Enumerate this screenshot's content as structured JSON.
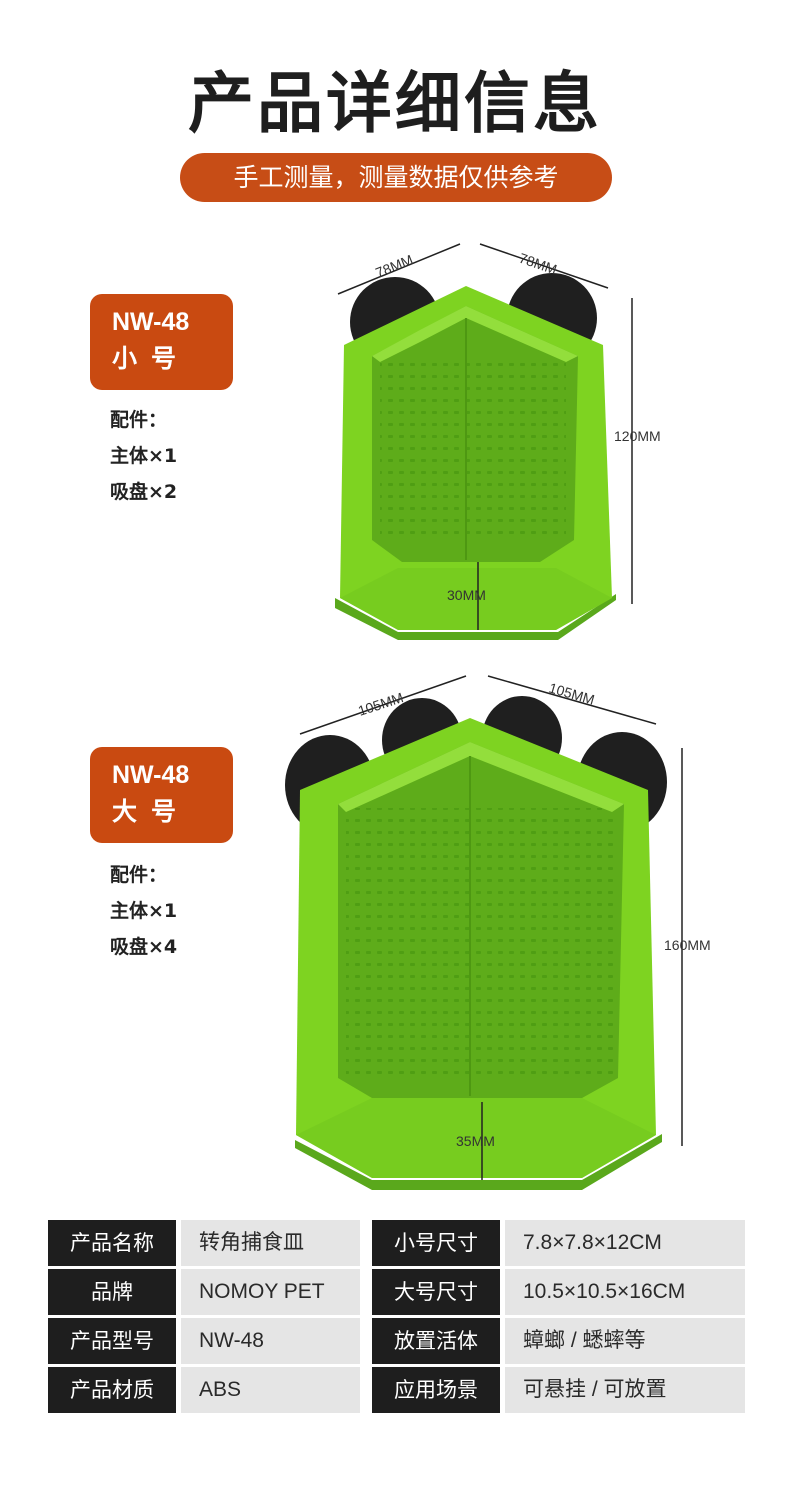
{
  "header": {
    "title": "产品详细信息",
    "subtitle": "手工测量，测量数据仅供参考"
  },
  "small": {
    "model": "NW-48",
    "size_label": "小号",
    "parts_label": "配件：",
    "part1": "主体×1",
    "part2": "吸盘×2",
    "dims": {
      "left": "78MM",
      "right": "78MM",
      "height": "120MM",
      "base": "30MM"
    }
  },
  "large": {
    "model": "NW-48",
    "size_label": "大号",
    "parts_label": "配件：",
    "part1": "主体×1",
    "part2": "吸盘×4",
    "dims": {
      "left": "105MM",
      "right": "105MM",
      "height": "160MM",
      "base": "35MM"
    }
  },
  "colors": {
    "accent": "#c94a11",
    "product_green": "#7ed321",
    "suction_cup": "#1f1f1f"
  },
  "spec_table": {
    "rows": [
      {
        "k1": "产品名称",
        "v1": "转角捕食皿",
        "k2": "小号尺寸",
        "v2": "7.8×7.8×12CM"
      },
      {
        "k1": "品牌",
        "v1": "NOMOY PET",
        "k2": "大号尺寸",
        "v2": "10.5×10.5×16CM"
      },
      {
        "k1": "产品型号",
        "v1": "NW-48",
        "k2": "放置活体",
        "v2": "蟑螂 / 蟋蟀等"
      },
      {
        "k1": "产品材质",
        "v1": "ABS",
        "k2": "应用场景",
        "v2": "可悬挂 / 可放置"
      }
    ]
  }
}
